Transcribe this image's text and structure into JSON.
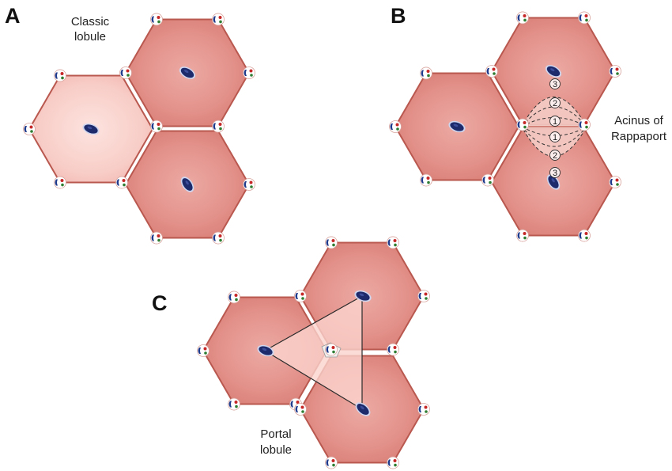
{
  "panels": {
    "a": {
      "letter": "A",
      "caption_lines": [
        "Classic",
        "lobule"
      ]
    },
    "b": {
      "letter": "B",
      "caption_lines": [
        "Acinus of",
        "Rappaport"
      ],
      "zones": [
        "3",
        "2",
        "1",
        "1",
        "2",
        "3"
      ]
    },
    "c": {
      "letter": "C",
      "caption_lines": [
        "Portal",
        "lobule"
      ]
    }
  },
  "colors": {
    "lobule_fill": "#e6928c",
    "lobule_fill_light": "#f6c3bd",
    "lobule_edge": "#b9584f",
    "central_vein": "#1d2a6b",
    "portal_vein": "#1f3a8a",
    "hepatic_artery": "#c62828",
    "bile_duct": "#2e7d32",
    "triangle_fill": "#fbd3cd",
    "acinus_fill": "#f6cfc9"
  },
  "icons": [
    "portal-triad-icon",
    "central-vein-icon"
  ]
}
